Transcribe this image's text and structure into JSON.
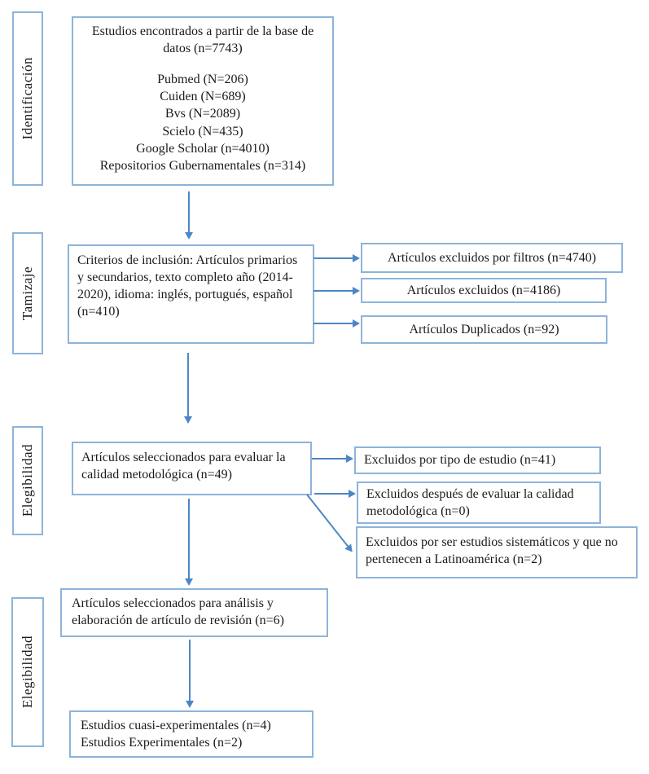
{
  "stage_labels": [
    "Identificación",
    "Tamizaje",
    "Elegibilidad",
    "Elegibilidad"
  ],
  "boxes": {
    "found": {
      "title": "Estudios encontrados a partir de la base de datos (n=7743)",
      "sources": [
        "Pubmed (N=206)",
        "Cuiden (N=689)",
        "Bvs (N=2089)",
        "Scielo (N=435)",
        "Google Scholar (n=4010)",
        "Repositorios Gubernamentales (n=314)"
      ]
    },
    "criteria": "Criterios de inclusión: Artículos primarios y secundarios, texto completo año (2014-2020), idioma: inglés, portugués, español (n=410)",
    "excluded_screening": [
      "Artículos excluidos por filtros (n=4740)",
      "Artículos excluidos (n=4186)",
      "Artículos Duplicados (n=92)"
    ],
    "quality": "Artículos seleccionados para evaluar la calidad metodológica (n=49)",
    "excluded_eligibility": [
      "Excluidos por tipo de estudio (n=41)",
      "Excluidos después de evaluar la calidad metodológica (n=0)",
      "Excluidos por ser estudios sistemáticos y que no pertenecen a Latinoamérica (n=2)"
    ],
    "analysis": "Artículos seleccionados para análisis y elaboración de artículo de revisión (n=6)",
    "final": [
      "Estudios cuasi-experimentales (n=4)",
      "Estudios Experimentales (n=2)"
    ]
  },
  "colors": {
    "box_border": "#8db4d9",
    "arrow": "#4d86c4",
    "text": "#1a1a1a"
  }
}
